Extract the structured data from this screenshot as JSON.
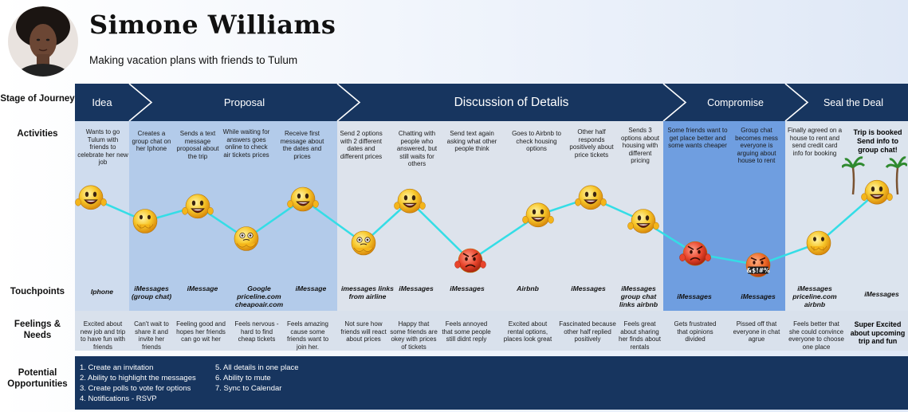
{
  "persona": {
    "name": "Simone Williams",
    "subtitle": "Making vacation plans with friends to Tulum"
  },
  "row_labels": {
    "stage": "Stage of Journey",
    "activities": "Activities",
    "touchpoints": "Touchpoints",
    "feelings": "Feelings & Needs",
    "opportunities": "Potential Opportunities"
  },
  "stages": [
    "Idea",
    "Proposal",
    "Discussion of Detalis",
    "Compromise",
    "Seal the Deal"
  ],
  "activities": [
    "Wants to go Tulum with friends to celebrate her new job",
    "Creates a group chat on her Iphone",
    "Sends a text message proposal about the trip",
    "While waiting for answers goes online to check air tickets prices",
    "Receive first message about the dates and prices",
    "Send 2 options with 2 different dates and different prices",
    "Chatting with people who answered, but still waits for others",
    "Send text again asking what other people think",
    "Goes to Airbnb to check housing options",
    "Other half responds positively about price tickets",
    "Sends 3 options about housing with different pricing",
    "Some friends want to get place better and some wants cheaper",
    "Group chat becomes mess everyone is arguing about house to rent",
    "Finally agreed on a house to rent and send credit card info for booking",
    "Trip is booked Send info to group chat!"
  ],
  "touchpoints": [
    "Iphone",
    "iMessages (group chat)",
    "iMessage",
    "Google priceline.com cheapoair.com",
    "iMessage",
    "imessages links from airline",
    "iMessages",
    "iMessages",
    "Airbnb",
    "iMessages",
    "iMessages group chat links airbnb",
    "iMessages",
    "iMessages",
    "iMessages priceline.com airbnb",
    "iMessages"
  ],
  "feelings": [
    "Excited about new job and trip to have fun with friends",
    "Can't wait to share it and invite her friends",
    "Feeling good and hopes her friends can go wit her",
    "Feels nervous - hard to find cheap tickets",
    "Feels amazing cause some friends want to join her.",
    "Not sure how friends will react about prices",
    "Happy that some friends are okey with prices of tickets",
    "Feels annoyed that some people still didnt reply",
    "Excited about rental options, places look great",
    "Fascinated because other half replied positively",
    "Feels great about sharing her finds about rentals",
    "Gets frustrated that opinions divided",
    "Pissed off that everyone in chat agrue",
    "Feels better that she could convince everyone to choose one place",
    "Super Excited about upcoming trip and fun"
  ],
  "emotion_levels": [
    0.82,
    0.55,
    0.72,
    0.35,
    0.8,
    0.3,
    0.78,
    0.1,
    0.62,
    0.82,
    0.55,
    0.18,
    0.05,
    0.3,
    0.88
  ],
  "emotion_icons": [
    "grinning",
    "peeking",
    "grinning",
    "nervous",
    "grinning",
    "nervous",
    "grinning",
    "angry",
    "grinning",
    "grinning",
    "grinning",
    "angry",
    "cursing",
    "peeking",
    "grinning"
  ],
  "cursing_text": "&$!#%",
  "opportunities": [
    "1. Create an invitation",
    "2. Ability to highlight the messages",
    "3. Create polls to vote for options",
    "4. Notifications - RSVP",
    "5. All details in one place",
    "6. Ability to mute",
    "7. Sync to Calendar"
  ],
  "colors": {
    "navy": "#17355f",
    "idea_bg": "#cfdcee",
    "proposal_bg": "#b3cbea",
    "details_bg": "#dde3ec",
    "compromise_bg": "#6f9ee0",
    "seal_bg": "#dce4ee",
    "line": "#34dde6"
  }
}
